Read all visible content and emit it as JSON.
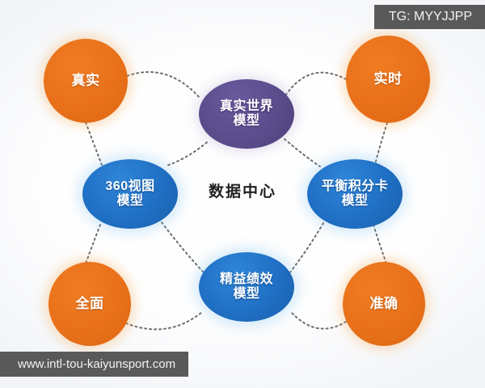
{
  "diagram": {
    "center_label": "数据中心",
    "colors": {
      "orange": "#e8701a",
      "blue": "#1f6fc4",
      "purple": "#5b4c8c",
      "background": "#fefefe",
      "watermark_bg": "#595959",
      "watermark_text": "#f2f2f2",
      "edge": "#6b6b6b"
    },
    "nodes": [
      {
        "id": "zhenshi",
        "label": "真实",
        "color": "orange",
        "shape": "circle",
        "position": "top-left"
      },
      {
        "id": "shishi",
        "label": "实时",
        "color": "orange",
        "shape": "circle",
        "position": "top-right"
      },
      {
        "id": "quanmian",
        "label": "全面",
        "color": "orange",
        "shape": "circle",
        "position": "bottom-left"
      },
      {
        "id": "zhunque",
        "label": "准确",
        "color": "orange",
        "shape": "circle",
        "position": "bottom-right"
      },
      {
        "id": "real_world",
        "label": "真实世界\n模型",
        "color": "purple",
        "shape": "ellipse",
        "position": "top-center"
      },
      {
        "id": "view360",
        "label": "360视图\n模型",
        "color": "blue",
        "shape": "ellipse",
        "position": "middle-left"
      },
      {
        "id": "bsc",
        "label": "平衡积分卡\n模型",
        "color": "blue",
        "shape": "ellipse",
        "position": "middle-right"
      },
      {
        "id": "lean",
        "label": "精益绩效\n模型",
        "color": "blue",
        "shape": "ellipse",
        "position": "bottom-center"
      }
    ],
    "edges": [
      {
        "from": "zhenshi",
        "to": "real_world",
        "style": "dotted"
      },
      {
        "from": "zhenshi",
        "to": "view360",
        "style": "dotted"
      },
      {
        "from": "shishi",
        "to": "real_world",
        "style": "dotted"
      },
      {
        "from": "shishi",
        "to": "bsc",
        "style": "dotted"
      },
      {
        "from": "real_world",
        "to": "view360",
        "style": "dotted"
      },
      {
        "from": "real_world",
        "to": "bsc",
        "style": "dotted"
      },
      {
        "from": "view360",
        "to": "quanmian",
        "style": "dotted"
      },
      {
        "from": "view360",
        "to": "lean",
        "style": "dotted"
      },
      {
        "from": "bsc",
        "to": "zhunque",
        "style": "dotted"
      },
      {
        "from": "bsc",
        "to": "lean",
        "style": "dotted"
      },
      {
        "from": "quanmian",
        "to": "lean",
        "style": "dotted"
      },
      {
        "from": "zhunque",
        "to": "lean",
        "style": "dotted"
      }
    ]
  },
  "watermarks": {
    "top_right": "TG: MYYJJPP",
    "bottom_left": "www.intl-tou-kaiyunsport.com"
  }
}
